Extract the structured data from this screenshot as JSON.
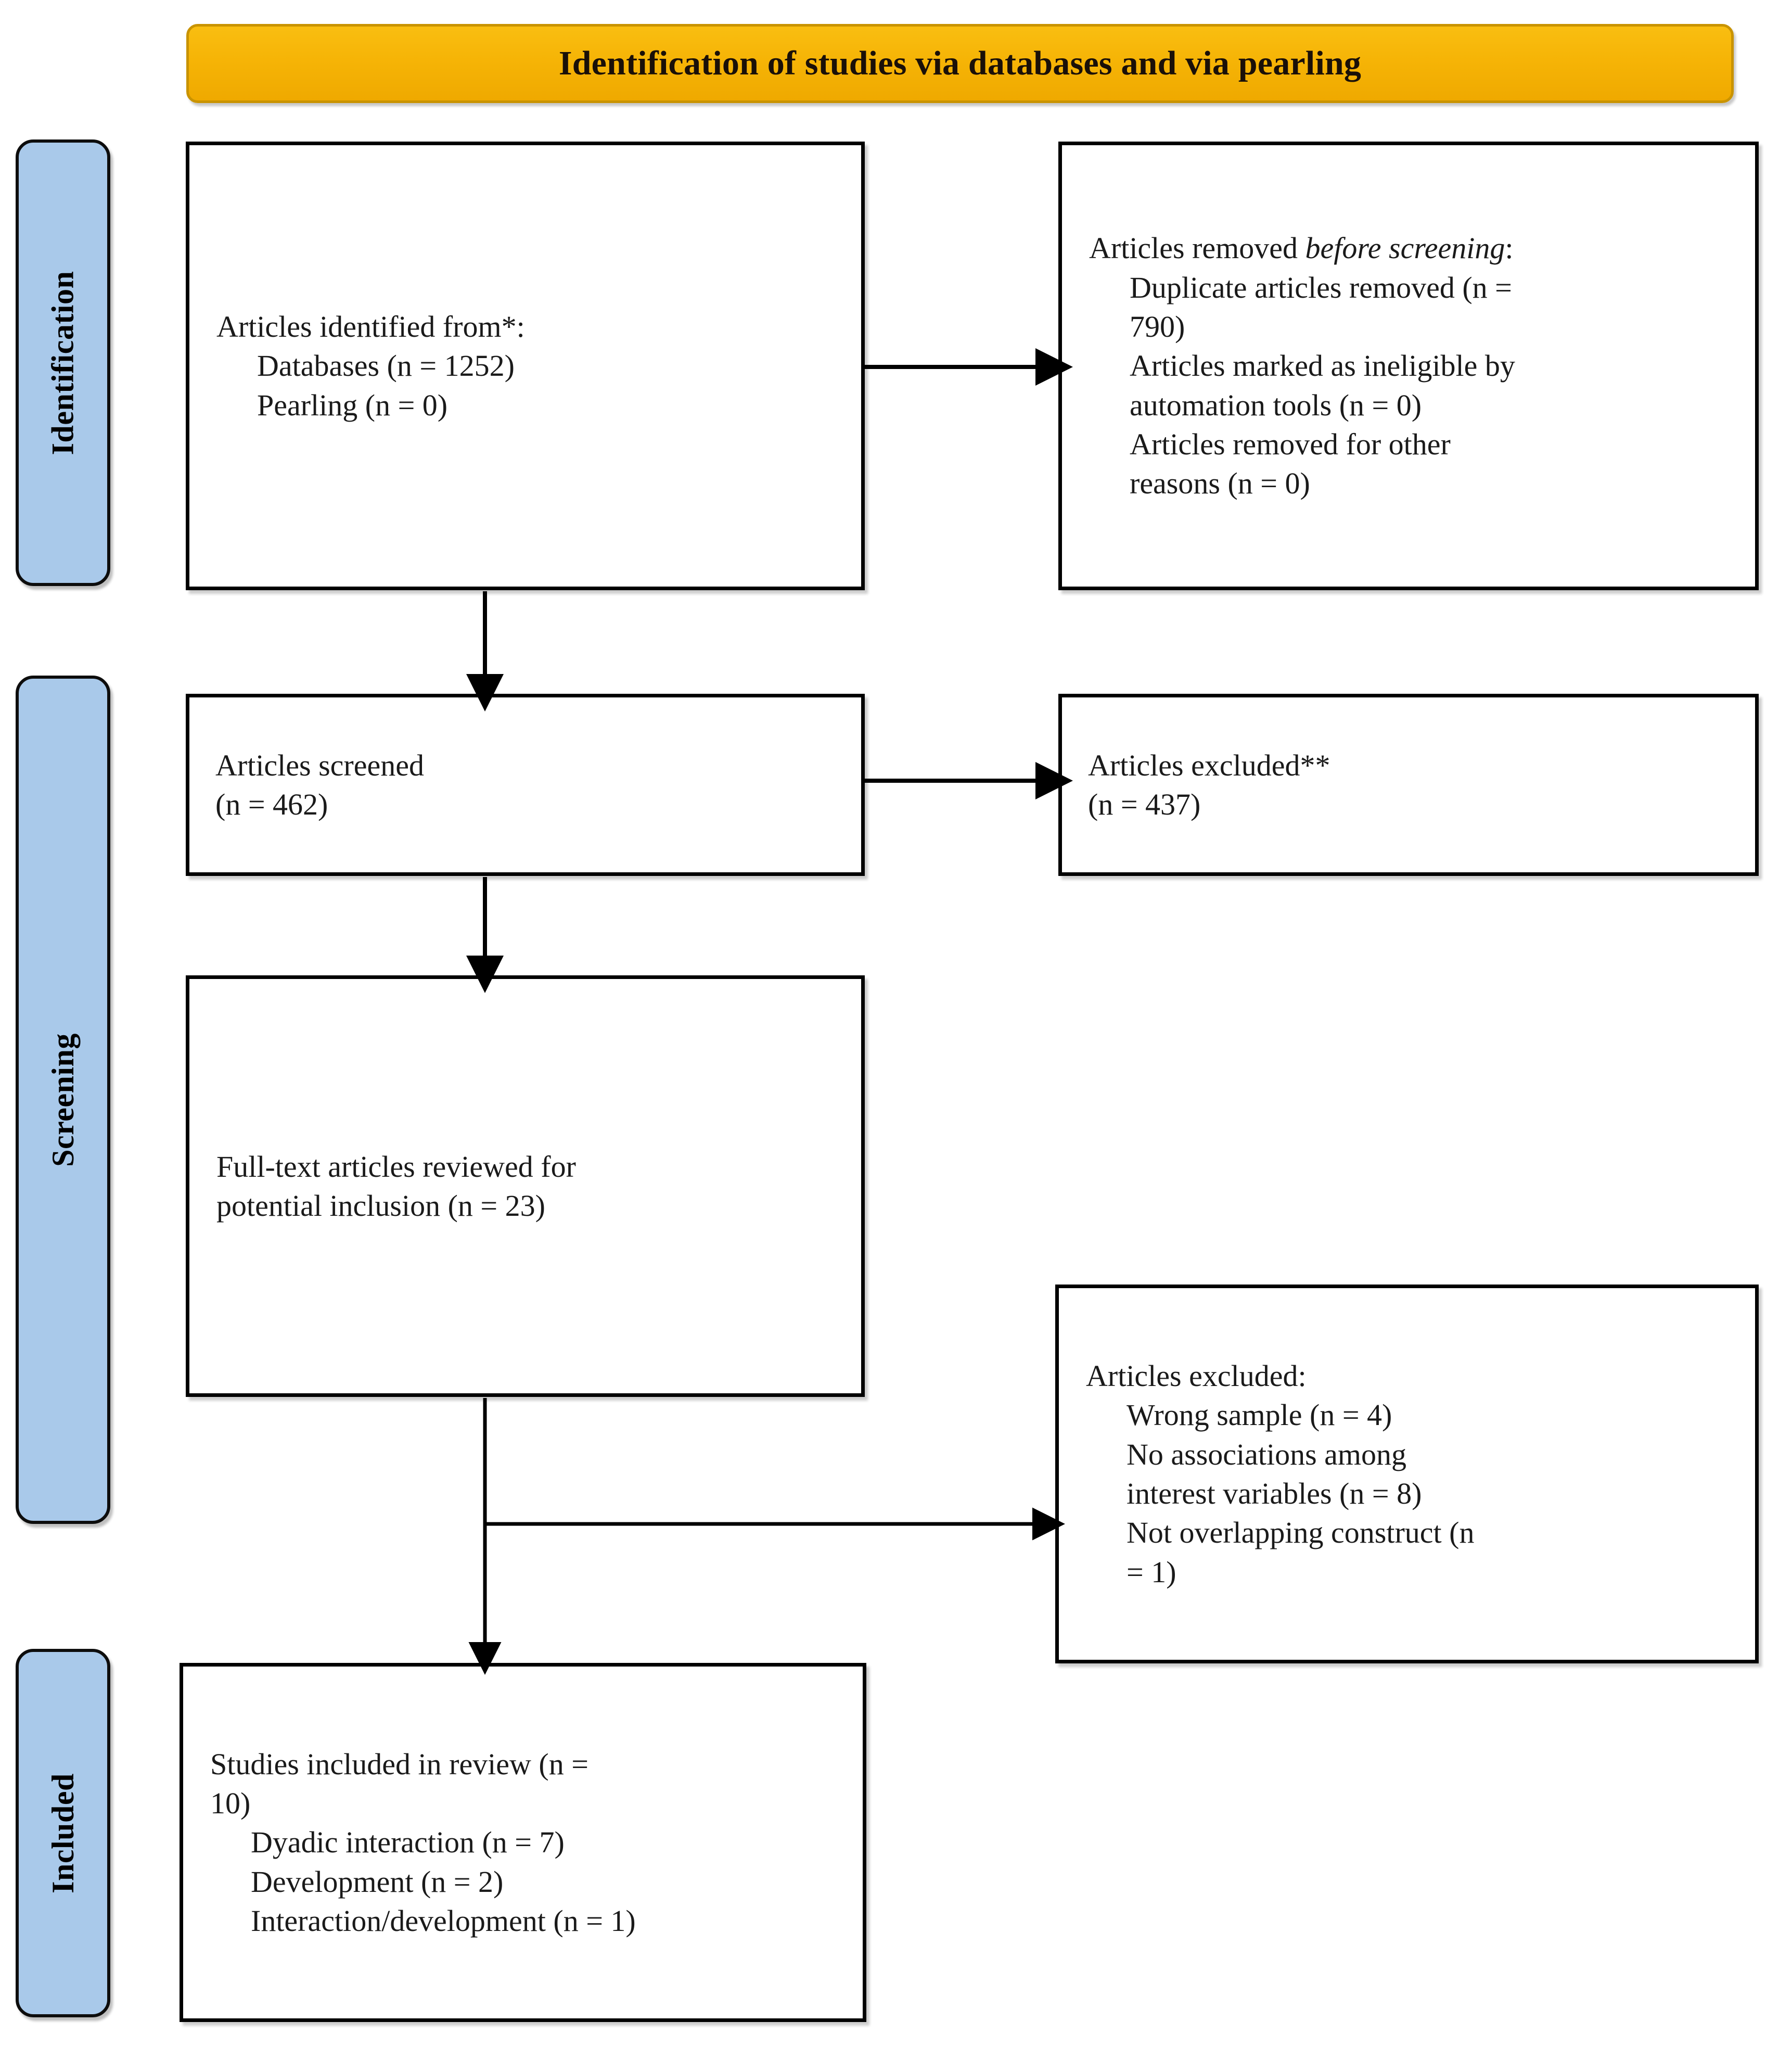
{
  "banner": {
    "title": "Identification of studies via databases and via pearling",
    "fill_color": "#F5B406",
    "border_color": "#C99300"
  },
  "stages": [
    {
      "id": "identification",
      "label": "Identification",
      "fill_color": "#A9C9EA"
    },
    {
      "id": "screening",
      "label": "Screening",
      "fill_color": "#A9C9EA"
    },
    {
      "id": "included",
      "label": "Included",
      "fill_color": "#A9C9EA"
    }
  ],
  "boxes": {
    "identified": {
      "line1": "Articles identified from*:",
      "line2": "Databases (n = 1252)",
      "line3": "Pearling (n = 0)"
    },
    "removed_before_screening": {
      "heading_prefix": "Articles removed ",
      "heading_italic": "before screening",
      "heading_suffix": ":",
      "line1": "Duplicate articles removed (n =",
      "line2": "790)",
      "line3": "Articles marked as ineligible by",
      "line4": "automation tools (n = 0)",
      "line5": "Articles removed for other",
      "line6": "reasons (n = 0)"
    },
    "screened": {
      "line1": "Articles screened",
      "line2": "(n = 462)"
    },
    "excluded_screening": {
      "line1": "Articles excluded**",
      "line2": "(n = 437)"
    },
    "fulltext": {
      "line1": "Full-text articles reviewed for",
      "line2": "potential inclusion (n = 23)"
    },
    "excluded_fulltext": {
      "heading": "Articles excluded:",
      "line1": "Wrong sample (n = 4)",
      "line2": "No associations among",
      "line3": "interest variables (n = 8)",
      "line4": "Not overlapping construct (n",
      "line5": "= 1)"
    },
    "included": {
      "line1": "Studies included in review (n =",
      "line2": "10)",
      "line3": "Dyadic interaction (n = 7)",
      "line4": "Development (n = 2)",
      "line5": "Interaction/development (n = 1)"
    }
  },
  "connectors": [
    {
      "name": "identified-to-removed",
      "type": "horizontal-arrow"
    },
    {
      "name": "identified-to-screened",
      "type": "vertical-arrow"
    },
    {
      "name": "screened-to-excluded",
      "type": "horizontal-arrow"
    },
    {
      "name": "screened-to-fulltext",
      "type": "vertical-arrow"
    },
    {
      "name": "fulltext-to-excluded",
      "type": "horizontal-arrow"
    },
    {
      "name": "fulltext-to-included",
      "type": "vertical-arrow"
    }
  ]
}
